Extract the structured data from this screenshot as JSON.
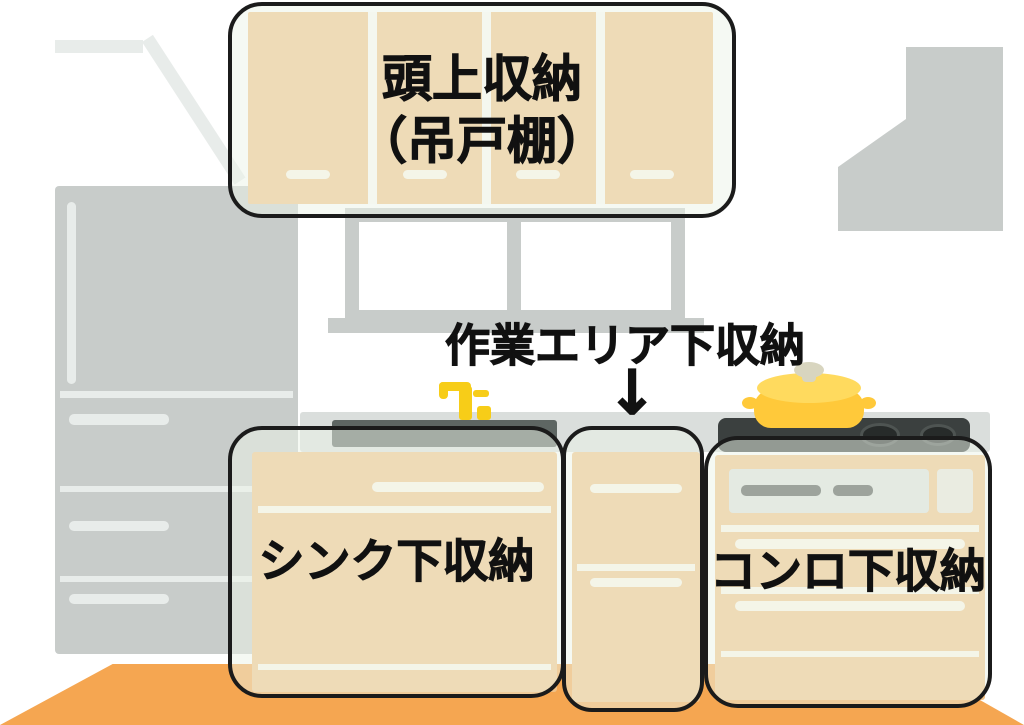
{
  "scene": {
    "labels": {
      "overhead_storage": {
        "line1": "頭上収納",
        "line2": "（吊戸棚）"
      },
      "work_area_storage": "作業エリア下収納",
      "under_sink_storage": "シンク下収納",
      "under_stove_storage": "コンロ下収納",
      "arrow_down": "↓"
    },
    "colors": {
      "cabinet": "#F1C287",
      "cabinet_line": "#FCF6E9",
      "appliance_gray": "#C8CCCA",
      "detail_white": "#E8ECEA",
      "counter": "#DADEDC",
      "sink": "#5E6663",
      "cooktop": "#3B403F",
      "burner": "#272B2A",
      "pot_yellow": "#FFC93A",
      "pot_lid": "#FFDA5E",
      "pot_knob": "#D8D5BF",
      "faucet_yellow": "#F7CD18",
      "grill_panel": "#DCE0DD",
      "grill_slot": "#4E5350",
      "floor": "#F5A651",
      "highlight_fill": "rgba(235,244,232,0.5)",
      "outline": "#1B1B1B",
      "label_color": "#111111"
    }
  }
}
